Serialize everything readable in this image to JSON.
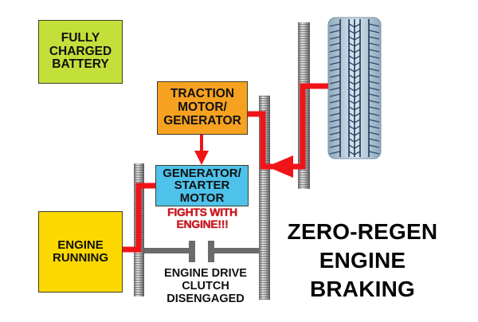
{
  "diagram": {
    "title": "ZERO-REGEN\nENGINE\nBRAKING",
    "components": {
      "battery": "FULLY\nCHARGED\nBATTERY",
      "traction_motor": "TRACTION\nMOTOR/\nGENERATOR",
      "generator_starter": "GENERATOR/\nSTARTER\nMOTOR",
      "engine": "ENGINE\nRUNNING"
    },
    "annotations": {
      "fights": "FIGHTS WITH\nENGINE!!!",
      "clutch": "ENGINE DRIVE\nCLUTCH\nDISENGAGED"
    },
    "colors": {
      "battery": "#c3df3a",
      "traction_motor": "#f6a220",
      "generator_starter": "#4ec2ea",
      "engine": "#fbd800",
      "power_flow": "#f01418",
      "warning_text": "#d3141c",
      "tire": "#a9c2d6"
    },
    "flows": [
      {
        "from": "tire",
        "to": "traction_motor",
        "label": ""
      },
      {
        "from": "traction_motor",
        "to": "generator_starter",
        "label": ""
      },
      {
        "from": "engine",
        "to": "generator_starter",
        "label": ""
      }
    ]
  }
}
